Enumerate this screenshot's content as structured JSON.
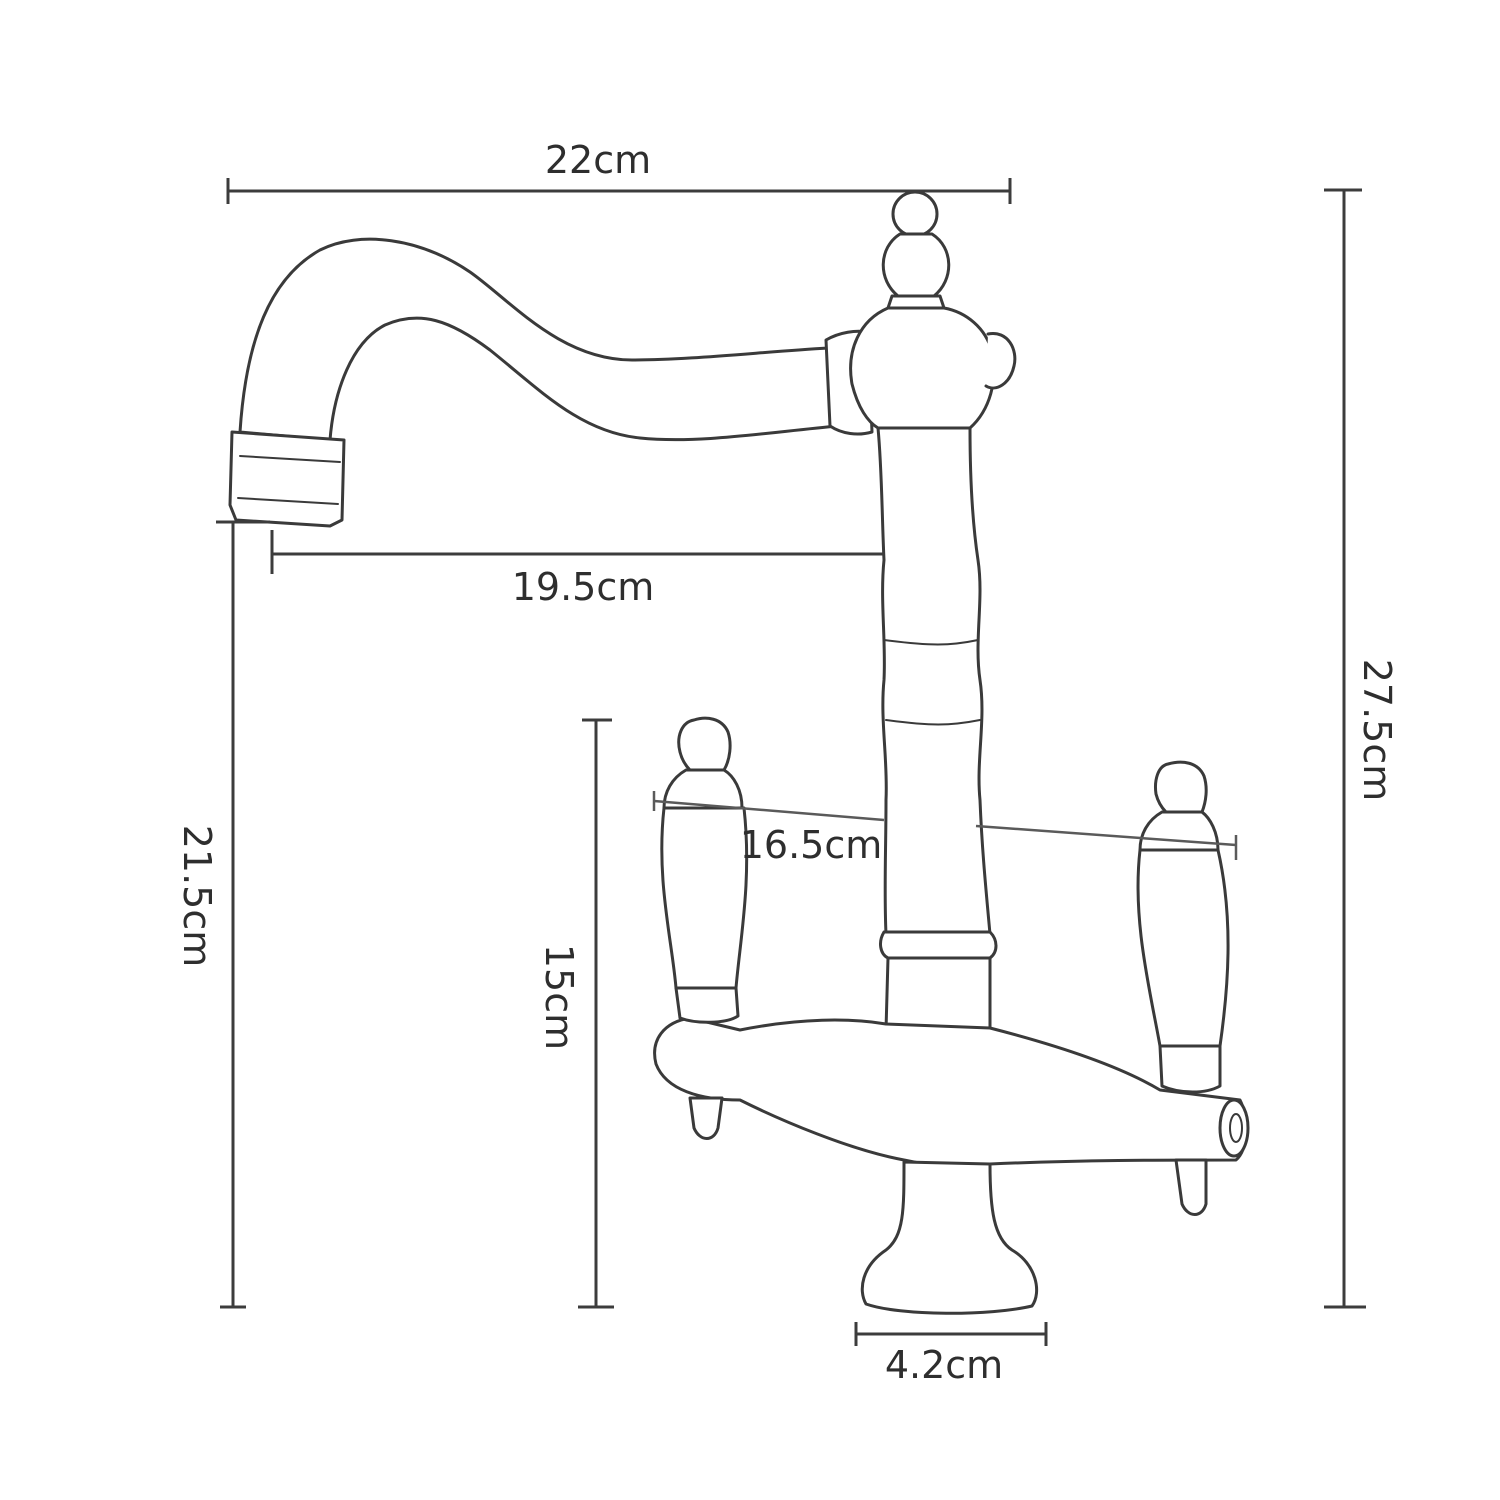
{
  "diagram": {
    "dimensions": {
      "overall_width": "22cm",
      "spout_reach": "19.5cm",
      "overall_height": "27.5cm",
      "spout_height": "21.5cm",
      "handle_height": "15cm",
      "handle_span": "16.5cm",
      "base_diameter": "4.2cm"
    }
  }
}
